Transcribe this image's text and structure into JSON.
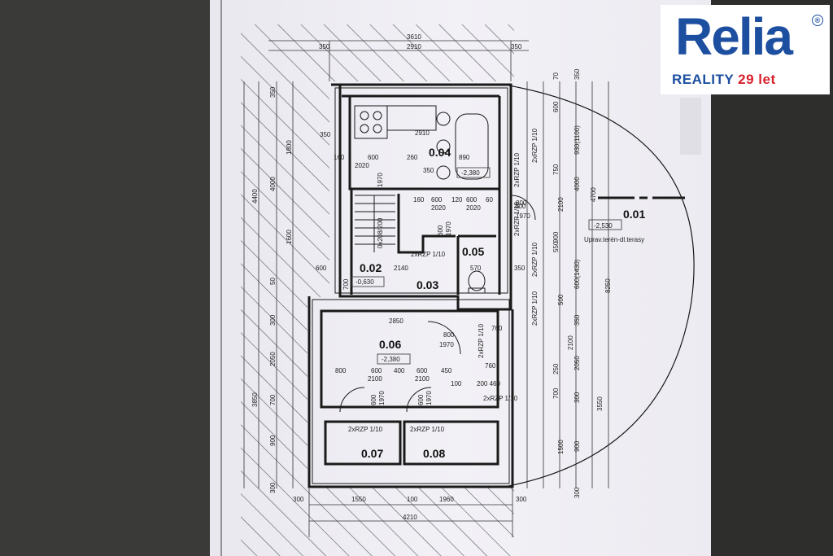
{
  "logo": {
    "word": "Relia",
    "registered": "®",
    "brand": "REALITY",
    "years": "29 let",
    "colors": {
      "blue": "#1d4fa0",
      "red": "#d7212c"
    }
  },
  "rooms": {
    "r001": "0.01",
    "r002": "0.02",
    "r003": "0.03",
    "r004": "0.04",
    "r005": "0.05",
    "r006": "0.06",
    "r007": "0.07",
    "r008": "0.08"
  },
  "levels": {
    "l1": "-2,530",
    "l2": "-2,380",
    "l3": "-2,380",
    "l4": "-0,630",
    "terrain_note": "Uprav.terén-dl.terasy",
    "stair": "0x208/200"
  },
  "windows": {
    "w1": "2xRZP 1/10",
    "w2": "2xRZP 1/10",
    "w3": "2xRZP 1/10",
    "w4": "2xRZP 1/10",
    "w5": "2xRZP 1/10",
    "w6": "2xRZP 1/10",
    "w7": "2xRZP 1/10",
    "w8": "2xRZP 1/10",
    "w9": "2xRZP 1/10",
    "w10": "2xRZP 1/10"
  },
  "dims_top": {
    "d3610": "3610",
    "d2910": "2910",
    "d350a": "350",
    "d350b": "350"
  },
  "dims_bottom": {
    "d300a": "300",
    "d1550": "1550",
    "d100": "100",
    "d1960": "1960",
    "d300b": "300",
    "d4210": "4210"
  },
  "dims_left": {
    "d4400": "4400",
    "d4000": "4000",
    "d1800": "1800",
    "d1600": "1600",
    "d350": "350",
    "d50": "50",
    "d2050": "2050",
    "d3850": "3850",
    "d900": "900",
    "d300a": "300",
    "d300b": "300",
    "d700": "700"
  },
  "dims_right": {
    "d70": "70",
    "d350": "350",
    "d600": "600",
    "d9301": "930(1100)",
    "d750": "750",
    "d4000": "4000",
    "d4700": "4700",
    "d2100a": "2100",
    "d900": "900",
    "d550": "550",
    "d6001430": "600(1430)",
    "d8250": "8250",
    "d500": "500",
    "d350b": "350",
    "d2100b": "2100",
    "d2050": "2050",
    "d250": "250",
    "d700": "700",
    "d300": "300",
    "d3550": "3550",
    "d1500": "1500",
    "d900b": "900",
    "d300b": "300"
  },
  "dims_inner": {
    "a2910": "2910",
    "a350": "350",
    "a160": "160",
    "a600": "600",
    "a260": "260",
    "a890": "890",
    "a2020": "2020",
    "a1970": "1970",
    "a350b": "350",
    "a800": "800",
    "b160": "160",
    "b600": "600",
    "b120": "120",
    "b600b": "600",
    "b60": "60",
    "b2020": "2020",
    "b2020b": "2020",
    "b800": "800",
    "b1970": "1970",
    "c600": "600",
    "c1970": "1970",
    "c570": "570",
    "c350": "350",
    "c600b": "600",
    "c2140": "2140",
    "c700": "700",
    "d2850": "2850",
    "d800": "800",
    "d1970": "1970",
    "d760": "760",
    "d760b": "760",
    "d800b": "800",
    "d600": "600",
    "d2100": "2100",
    "d400": "400",
    "d600b": "600",
    "d2100b": "2100",
    "d450": "450",
    "d100": "100",
    "d200460": "200 460",
    "e600": "600",
    "e1970": "1970",
    "e600b": "600",
    "e1970b": "1970"
  }
}
